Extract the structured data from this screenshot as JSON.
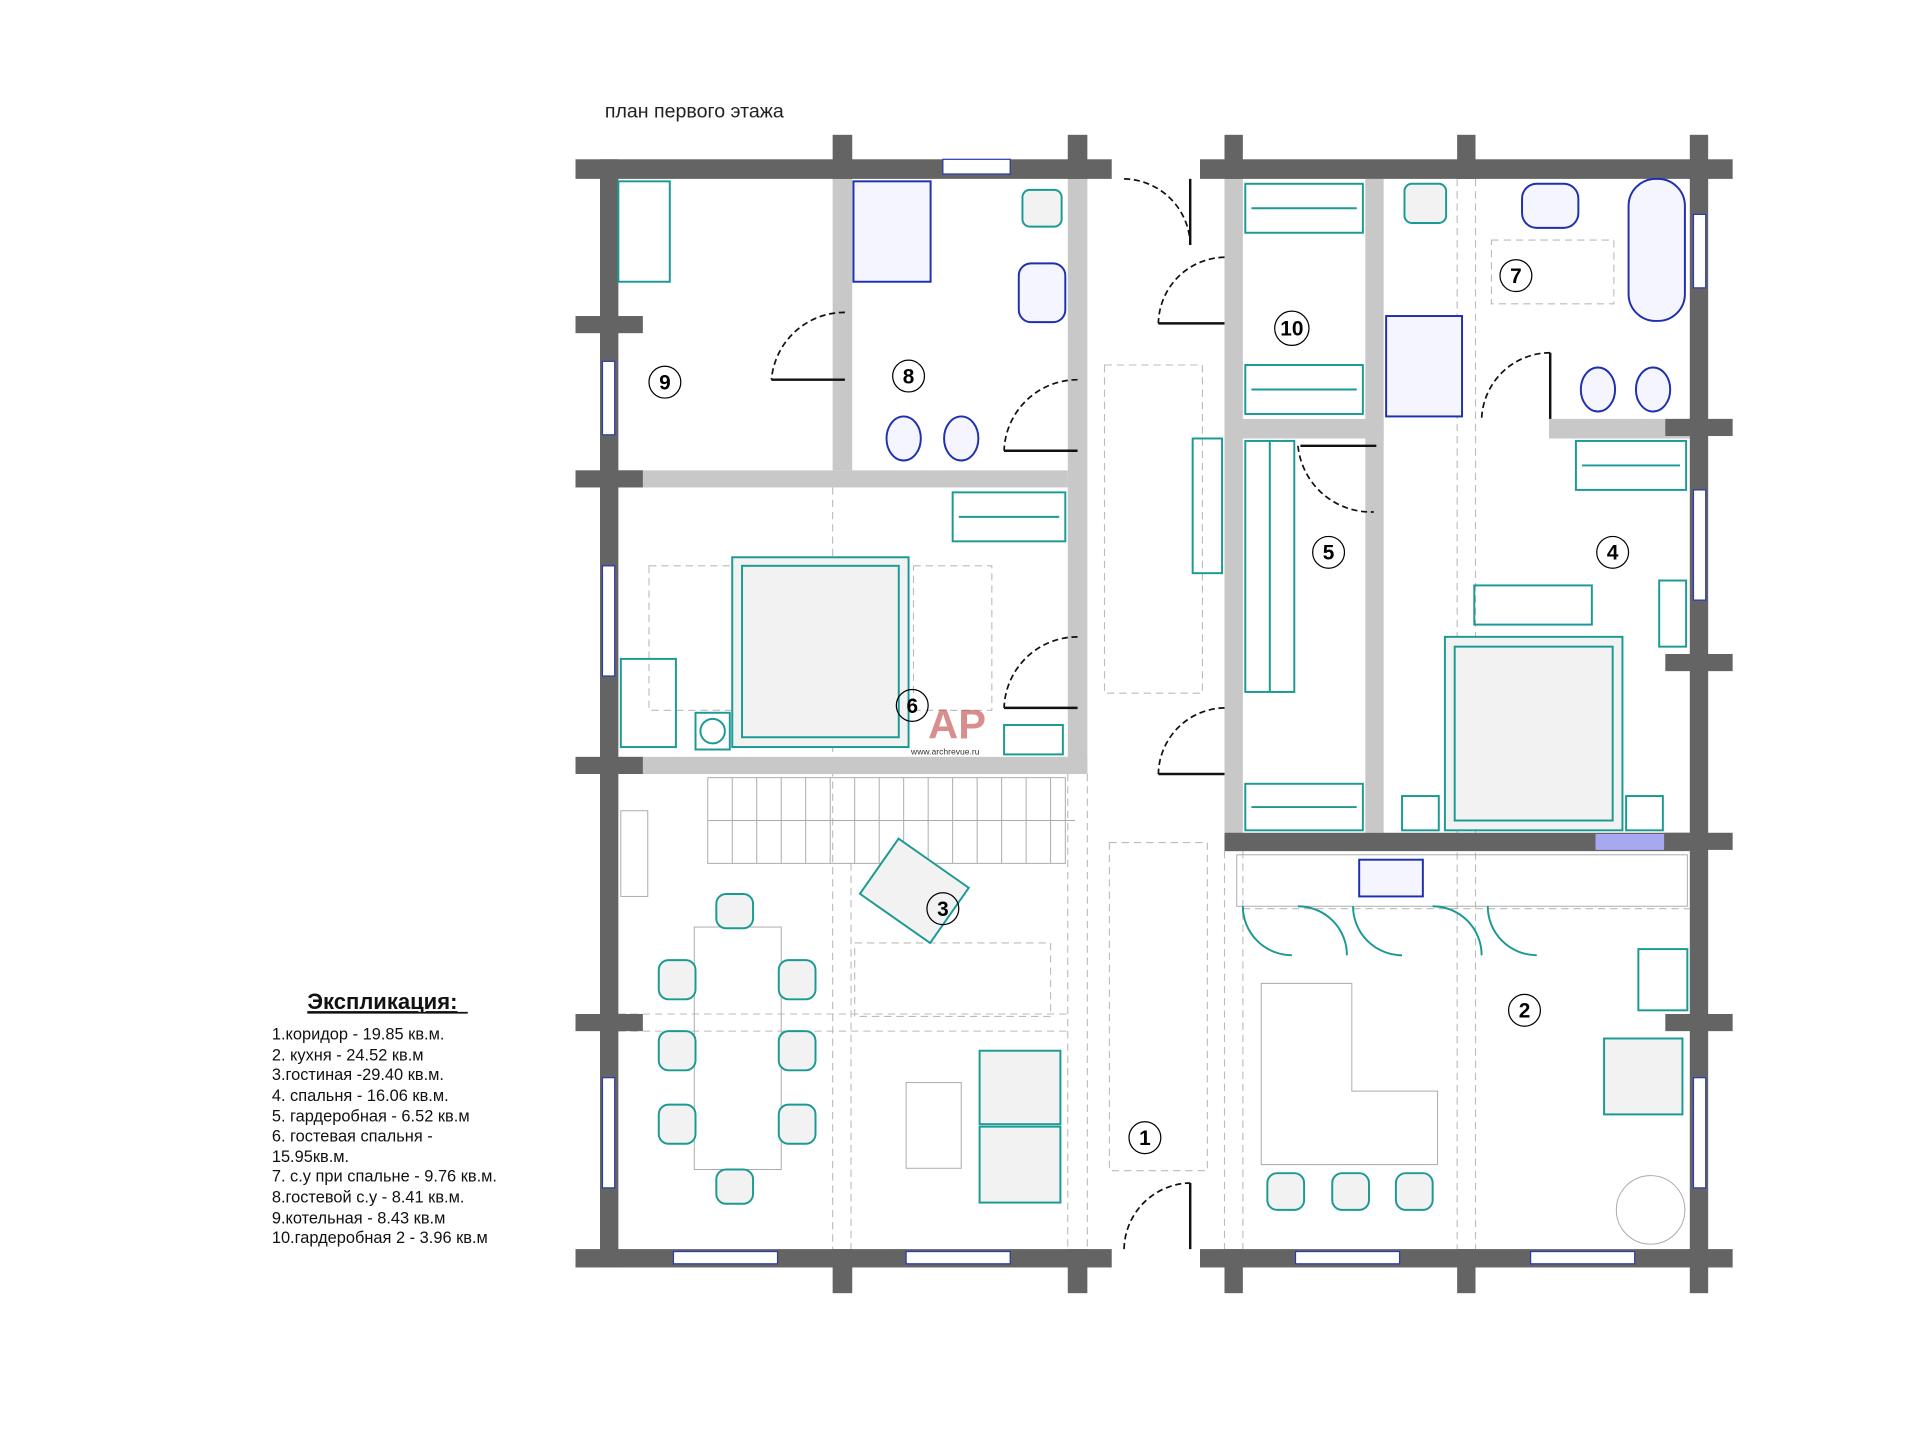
{
  "plan": {
    "title": "план первого этажа",
    "watermark": {
      "logo": "AP",
      "url": "www.archrevue.ru"
    }
  },
  "rooms": [
    {
      "number": "1"
    },
    {
      "number": "2"
    },
    {
      "number": "3"
    },
    {
      "number": "4"
    },
    {
      "number": "5"
    },
    {
      "number": "6"
    },
    {
      "number": "7"
    },
    {
      "number": "8"
    },
    {
      "number": "9"
    },
    {
      "number": "10"
    }
  ],
  "explication": {
    "heading": "Экспликация:",
    "items": [
      "1.коридор - 19.85  кв.м.",
      "2. кухня - 24.52 кв.м",
      "3.гостиная -29.40 кв.м.",
      "4. спальня - 16.06 кв.м.",
      "5. гардеробная - 6.52 кв.м",
      "6. гостевая спальня -",
      "15.95кв.м.",
      "7. с.у при спальне - 9.76 кв.м.",
      "8.гостевой с.у - 8.41 кв.м.",
      "9.котельная - 8.43 кв.м",
      "10.гардеробная 2 - 3.96 кв.м"
    ]
  },
  "colors": {
    "wall": "#646464",
    "partition": "#c8c8c8",
    "furniture": "#1a9a93",
    "plumbing": "#1e2fb0"
  }
}
